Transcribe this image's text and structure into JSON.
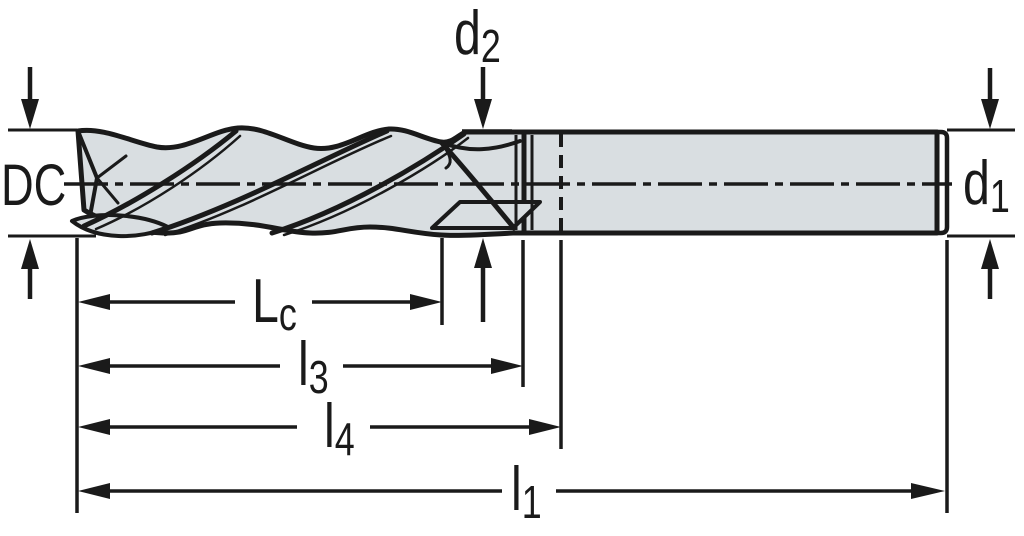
{
  "colors": {
    "background": "#ffffff",
    "line": "#1a1a1a",
    "fill": "#d9dee1"
  },
  "diagram": {
    "kind": "technical-dimension-drawing",
    "subject": "end-mill-side-view"
  },
  "labels": {
    "dc": "DC",
    "d2": {
      "main": "d",
      "sub": "2"
    },
    "d1": {
      "main": "d",
      "sub": "1"
    },
    "lc": {
      "main": "L",
      "sub": "c"
    },
    "l3": {
      "main": "l",
      "sub": "3"
    },
    "l4": {
      "main": "l",
      "sub": "4"
    },
    "l1": {
      "main": "l",
      "sub": "1"
    }
  }
}
